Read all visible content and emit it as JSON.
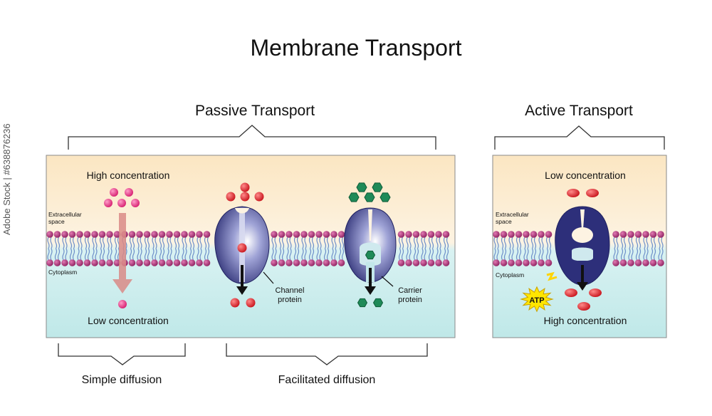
{
  "title": "Membrane Transport",
  "passive": {
    "heading": "Passive Transport",
    "extracellular_label": "Extracellular space",
    "extracellular_line1": "Extracellular",
    "extracellular_line2": "space",
    "cytoplasm_label": "Cytoplasm",
    "high_concentration": "High concentration",
    "low_concentration": "Low concentration",
    "channel_label_line1": "Channel",
    "channel_label_line2": "protein",
    "carrier_label_line1": "Carrier",
    "carrier_label_line2": "protein",
    "simple_diffusion": "Simple diffusion",
    "facilitated_diffusion": "Facilitated diffusion"
  },
  "active": {
    "heading": "Active Transport",
    "extracellular_line1": "Extracellular",
    "extracellular_line2": "space",
    "cytoplasm_label": "Cytoplasm",
    "low_concentration": "Low concentration",
    "high_concentration": "High concentration",
    "atp_label": "ATP"
  },
  "watermark": "Adobe Stock | #638876236",
  "colors": {
    "extracellular_bg": "#fbe8c6",
    "cytoplasm_bg": "#bfeaea",
    "phospholipid_head": "#b0357a",
    "lipid_tail": "#6d8fc9",
    "protein_dark": "#2d2f7a",
    "protein_light": "#e8e9f6",
    "solute_pink": "#e8337f",
    "solute_red": "#e1262c",
    "solute_green": "#1f8a58",
    "simple_arrow": "#d98a86",
    "atp_burst": "#ffd400"
  }
}
